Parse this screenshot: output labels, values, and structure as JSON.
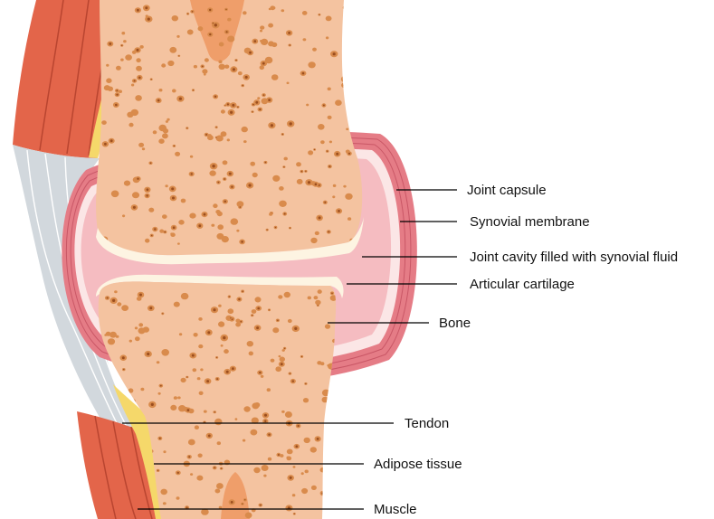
{
  "diagram": {
    "labels": {
      "joint_capsule": "Joint capsule",
      "synovial_membrane": "Synovial membrane",
      "joint_cavity": "Joint cavity filled with synovial fluid",
      "articular_cartilage": "Articular cartilage",
      "bone": "Bone",
      "tendon": "Tendon",
      "adipose_tissue": "Adipose tissue",
      "muscle": "Muscle"
    },
    "colors": {
      "bone": "#f4c3a0",
      "marrow": "#ef9e6a",
      "pore": "#d98b4c",
      "pore_dark": "#9c4e1e",
      "cartilage": "#fdf4e2",
      "synovial_fluid": "#f5bcc1",
      "synovial_membrane_layer": "#fbe6e6",
      "capsule": "#e57c86",
      "capsule_dark": "#c95766",
      "tendon": "#d2d8dd",
      "adipose": "#f5d86a",
      "muscle": "#e3654a",
      "muscle_dark": "#b94530",
      "leader_line": "#000000"
    }
  }
}
